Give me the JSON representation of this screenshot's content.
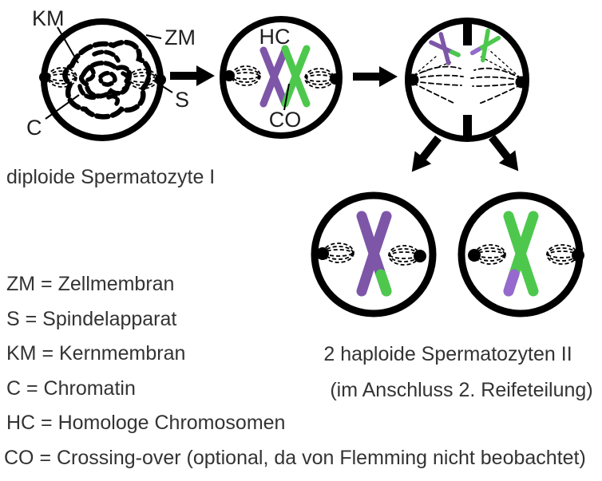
{
  "labels": {
    "km": "KM",
    "zm": "ZM",
    "s": "S",
    "c": "C",
    "hc": "HC",
    "co": "CO"
  },
  "captions": {
    "stage1": "diploide Spermatozyte I",
    "result_line1": "2 haploide Spermatozyten II",
    "result_line2": "(im Anschluss 2. Reifeteilung)"
  },
  "legend": {
    "items": [
      "ZM = Zellmembran",
      "S = Spindelapparat",
      "KM = Kernmembran",
      "C = Chromatin",
      "HC = Homologe Chromosomen",
      "CO = Crossing-over (optional, da von Flemming nicht beobachtet)"
    ]
  },
  "colors": {
    "purple": "#7d56a8",
    "purple_light": "#9569cd",
    "green": "#4dc84d",
    "outline": "#000000",
    "text": "#333333"
  }
}
